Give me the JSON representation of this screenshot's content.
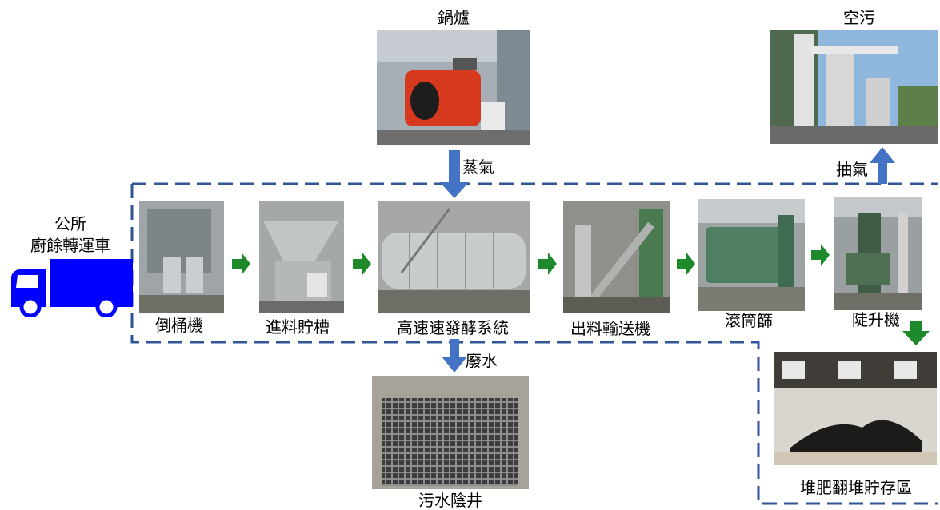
{
  "source": {
    "label_line1": "公所",
    "label_line2": "廚餘轉運車",
    "icon": "truck-icon"
  },
  "process_steps": [
    {
      "id": "dumper",
      "label": "倒桶機"
    },
    {
      "id": "feed-tank",
      "label": "進料貯槽"
    },
    {
      "id": "fermenter",
      "label": "高速速發酵系統"
    },
    {
      "id": "discharge-conveyor",
      "label": "出料輸送機"
    },
    {
      "id": "trommel",
      "label": "滾筒篩"
    },
    {
      "id": "elevator",
      "label": "陡升機"
    }
  ],
  "boiler": {
    "title": "鍋爐",
    "flow_label": "蒸氣"
  },
  "air_pollution": {
    "title": "空污",
    "flow_label": "抽氣"
  },
  "wastewater": {
    "flow_label": "廢水",
    "title": "污水陰井"
  },
  "compost": {
    "title": "堆肥翻堆貯存區"
  },
  "colors": {
    "blue_arrow": "#4472c4",
    "green_arrow": "#1e8a2c",
    "dashed_border": "#2f5597",
    "truck": "#0000ff"
  }
}
